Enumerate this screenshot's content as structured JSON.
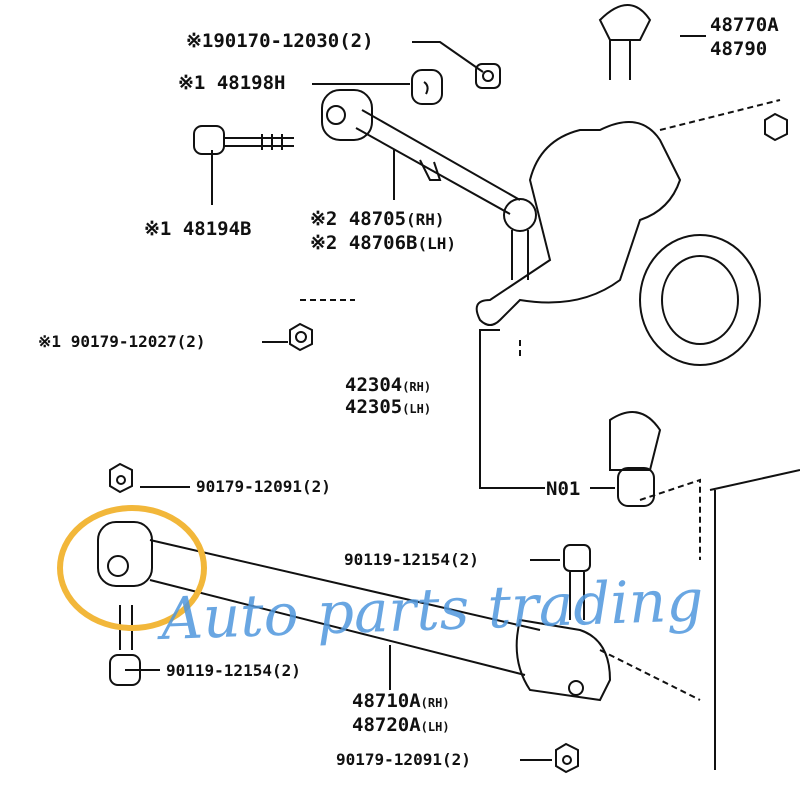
{
  "labels": {
    "p1": {
      "mark": "※1",
      "part": "90170-12030",
      "qty": "(2)"
    },
    "p2": {
      "mark": "※1",
      "part": "48198H"
    },
    "p3": {
      "mark": "※1",
      "part": "48194B"
    },
    "p4": {
      "mark": "※2",
      "part": "48705",
      "side": "(RH)"
    },
    "p5": {
      "mark": "※2",
      "part": "48706B",
      "side": "(LH)"
    },
    "p6": {
      "mark": "※1",
      "part": "90179-12027",
      "qty": "(2)"
    },
    "p7": {
      "part": "42304",
      "side": "(RH)"
    },
    "p8": {
      "part": "42305",
      "side": "(LH)"
    },
    "p9": {
      "part": "90179-12091",
      "qty": "(2)"
    },
    "p10": {
      "part": "N01"
    },
    "p11": {
      "part": "90119-12154",
      "qty": "(2)"
    },
    "p12": {
      "part": "90119-12154",
      "qty": "(2)"
    },
    "p13": {
      "part": "48710A",
      "side": "(RH)"
    },
    "p14": {
      "part": "48720A",
      "side": "(LH)"
    },
    "p15": {
      "part": "90179-12091",
      "qty": "(2)"
    },
    "p16": {
      "part": "48770A"
    },
    "p17": {
      "part": "48790"
    }
  },
  "watermark": "Auto parts trading",
  "highlight_color": "#f2b73a",
  "watermark_color": "#4f97dd"
}
